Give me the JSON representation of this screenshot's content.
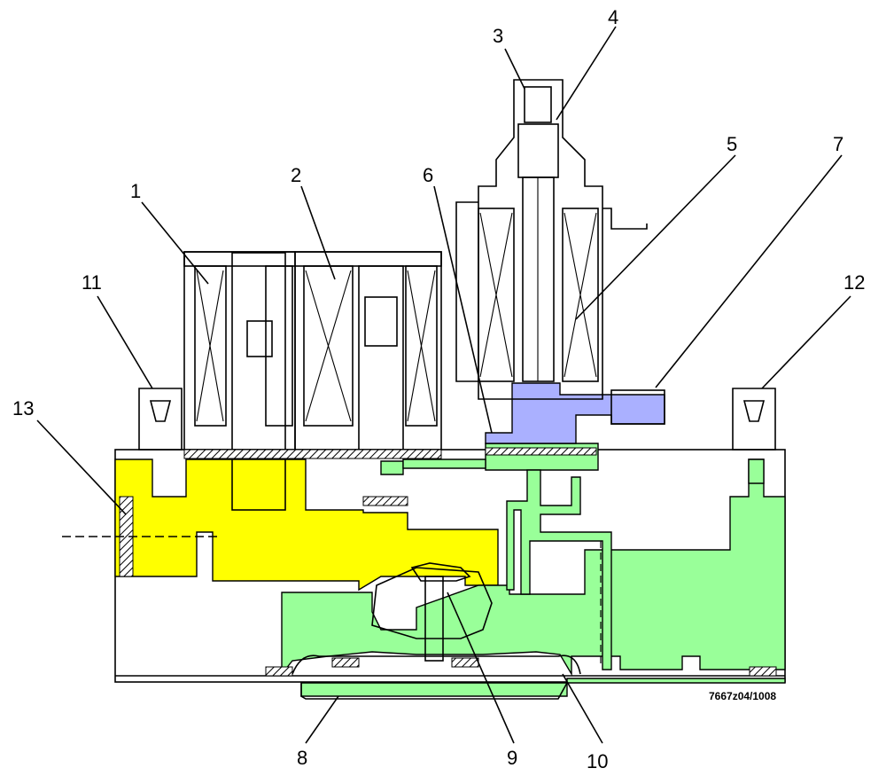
{
  "diagram": {
    "labels": [
      "1",
      "2",
      "3",
      "4",
      "5",
      "6",
      "7",
      "8",
      "9",
      "10",
      "11",
      "12",
      "13"
    ],
    "reference": "7667z04/1008",
    "colors": {
      "yellow": "#ffff00",
      "green": "#99ff99",
      "blue": "#aab0ff",
      "hatch": "#000000",
      "outline": "#000000"
    }
  }
}
